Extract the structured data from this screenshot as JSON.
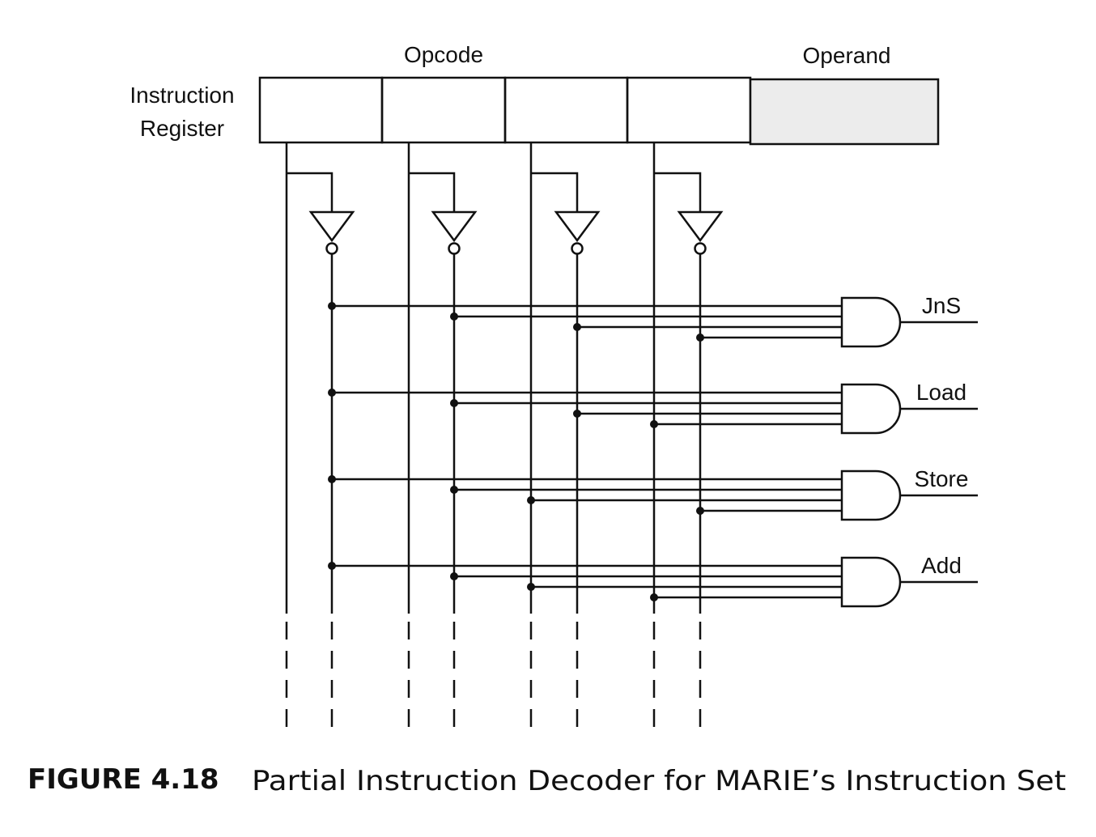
{
  "register": {
    "label_line1": "Instruction",
    "label_line2": "Register",
    "opcode_label": "Opcode",
    "operand_label": "Operand"
  },
  "outputs": [
    "JnS",
    "Load",
    "Store",
    "Add"
  ],
  "caption": {
    "number": "FIGURE 4.18",
    "text": "Partial Instruction Decoder for MARIE’s Instruction Set"
  },
  "colors": {
    "line": "#111111",
    "operand_fill": "#ececec"
  }
}
